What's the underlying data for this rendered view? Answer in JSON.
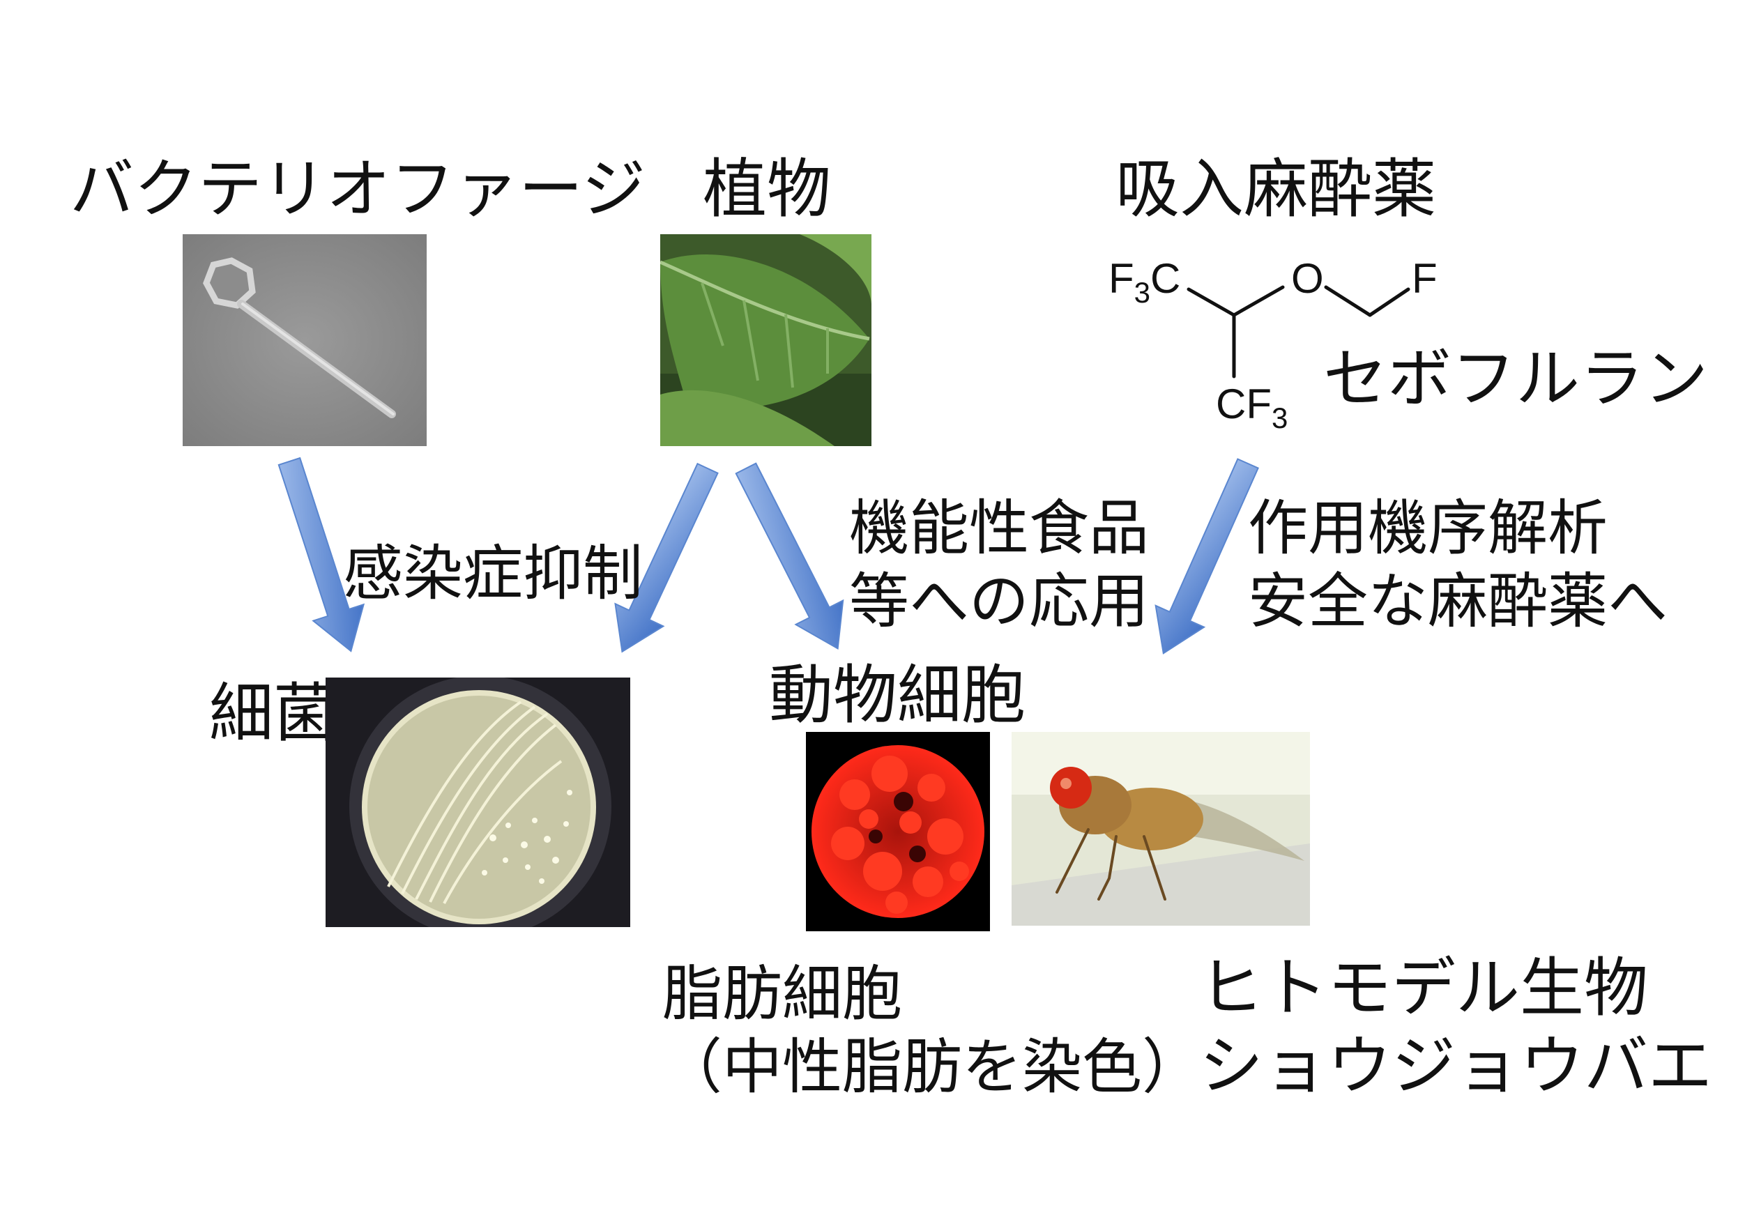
{
  "sources": {
    "bacteriophage": "バクテリオファージ",
    "plant": "植物",
    "anesthetic": "吸入麻酔薬"
  },
  "molecule": {
    "name": "セボフルラン",
    "atoms": {
      "cf3_top": "F",
      "cf3_bottom": "CF",
      "subscript": "3",
      "c_suffix": "C",
      "oxygen": "O",
      "fluorine": "F"
    }
  },
  "arrows": {
    "infection": "感染症抑制",
    "functional_food": "機能性食品\n等への応用",
    "mechanism": "作用機序解析\n安全な麻酔薬へ"
  },
  "targets": {
    "bacteria": "細菌",
    "animal_cells": "動物細胞",
    "fat_cells": "脂肪細胞\n（中性脂肪を染色）",
    "fly": "ヒトモデル生物\nショウジョウバエ"
  },
  "colors": {
    "arrow_light": "#aac4ee",
    "arrow_dark": "#3a6cc4",
    "cell_stain": "#ff2a1a"
  }
}
